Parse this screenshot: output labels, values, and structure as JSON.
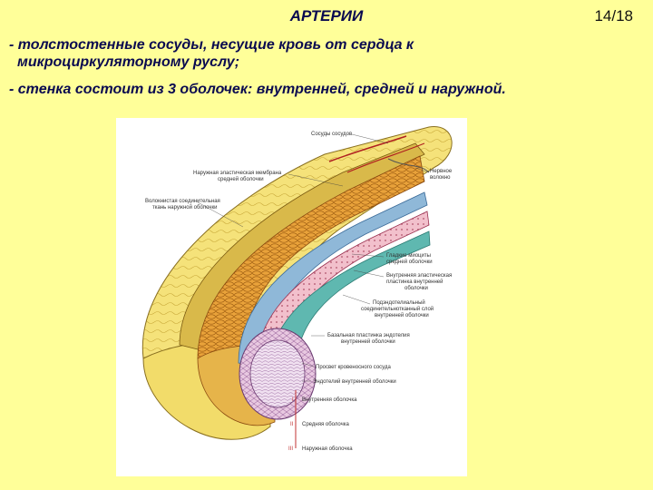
{
  "slide": {
    "title": "АРТЕРИИ",
    "page": "14/18",
    "bullets": [
      {
        "line1": "- толстостенные сосуды, несущие кровь от сердца к",
        "line2": "микроциркуляторному руслу;"
      },
      {
        "line1": "- стенка состоит из 3 оболочек: внутренней, средней и наружной."
      }
    ]
  },
  "figure": {
    "labels": {
      "vasa_vasorum": "Сосуды сосудов",
      "outer_membrane_1": "Наружная эластическая мембрана",
      "outer_membrane_2": "средней оболочки",
      "fibrous_1": "Волокнистая соединительная",
      "fibrous_2": "ткань наружной оболочки",
      "nerve_1": "Нервное",
      "nerve_2": "волокно",
      "smc_1": "Гладкие миоциты",
      "smc_2": "средней оболочки",
      "inner_elastic_1": "Внутренняя эластическая",
      "inner_elastic_2": "пластинка внутренней",
      "inner_elastic_3": "оболочки",
      "subendo_1": "Подэндотелиальный",
      "subendo_2": "соединительнотканный слой",
      "subendo_3": "внутренней оболочки",
      "basal_1": "Базальная пластинка эндотелия",
      "basal_2": "внутренней оболочки",
      "lumen": "Просвет кровеносного сосуда",
      "endothelium": "Эндотелий внутренней оболочки",
      "legend_I": "Внутренняя оболочка",
      "legend_II": "Средняя оболочка",
      "legend_III": "Наружная оболочка"
    },
    "legend_marks": {
      "I": "I",
      "II": "II",
      "III": "III"
    }
  }
}
